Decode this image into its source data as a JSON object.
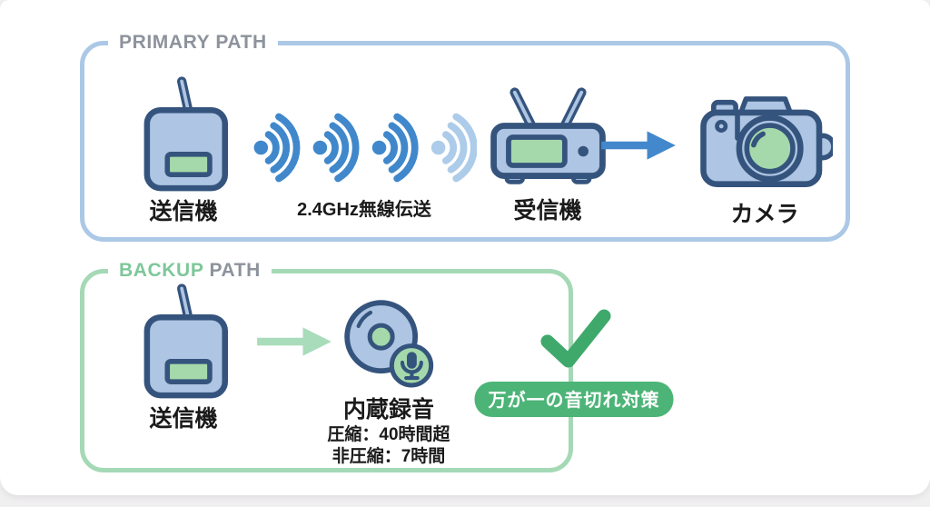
{
  "colors": {
    "primary_border": "#abc8e6",
    "backup_border": "#a5d9b6",
    "label_gray": "#8d939c",
    "backup_green": "#7ec79a",
    "wifi_blue": "#4088cb",
    "wifi_blue_light": "#accce9",
    "arrow_blue": "#4388cc",
    "arrow_green": "#a9dcba",
    "check_green": "#3fa96b",
    "badge_bg": "#4db478",
    "device_fill": "#aec5e3",
    "device_stroke": "#35547d",
    "screen_fill": "#a5d9ab",
    "text_dark": "#1a1a1a"
  },
  "primary": {
    "title": "PRIMARY PATH",
    "transmitter": "送信機",
    "wireless": "2.4GHz無線伝送",
    "receiver": "受信機",
    "camera": "カメラ"
  },
  "backup": {
    "title_highlight": "BACKUP",
    "title_rest": " PATH",
    "transmitter": "送信機",
    "recording": "内蔵録音",
    "compressed": "圧縮：40時間超",
    "uncompressed": "非圧縮：7時間",
    "badge": "万が一の音切れ対策"
  }
}
